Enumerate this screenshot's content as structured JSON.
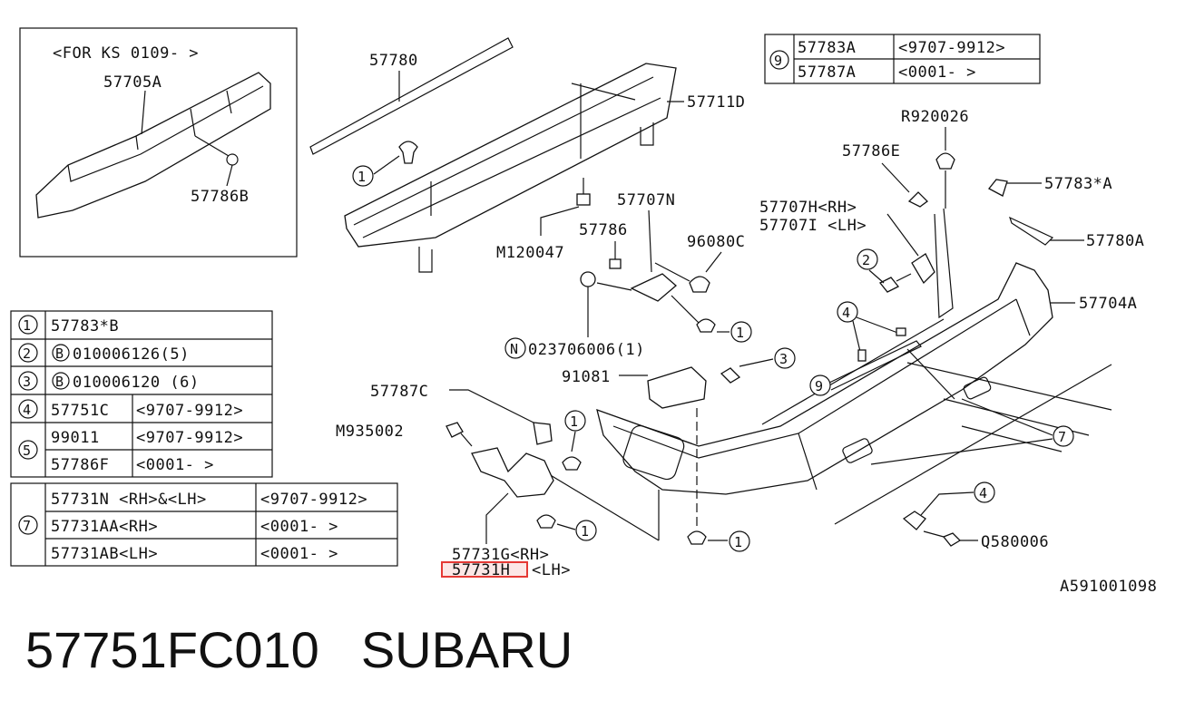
{
  "inset": {
    "note": "<FOR KS 0109-     >",
    "parts": {
      "absorber": "57705A",
      "bolt": "57786B"
    }
  },
  "table_9": {
    "ref": "9",
    "rows": [
      {
        "part": "57783A",
        "range": "<9707-9912>"
      },
      {
        "part": "57787A",
        "range": "<0001-     >"
      }
    ]
  },
  "legend_1_6": {
    "rows": [
      {
        "ref": "1",
        "part": "57783*B",
        "range": ""
      },
      {
        "ref": "2",
        "bmark": "B",
        "part": "010006126(5)",
        "range": ""
      },
      {
        "ref": "3",
        "bmark": "B",
        "part": "010006120 (6)",
        "range": ""
      },
      {
        "ref": "4",
        "part": "57751C",
        "range": "<9707-9912>"
      },
      {
        "ref": "5",
        "part": "99011",
        "range": "<9707-9912>"
      },
      {
        "ref": "",
        "part": "57786F",
        "range": "<0001-     >"
      }
    ]
  },
  "legend_7": {
    "ref": "7",
    "rows": [
      {
        "part": "57731N  <RH>&<LH>",
        "range": "<9707-9912>"
      },
      {
        "part": "57731AA<RH>",
        "range": "<0001-     >"
      },
      {
        "part": "57731AB<LH>",
        "range": "<0001-     >"
      }
    ]
  },
  "labels": {
    "p57780": "57780",
    "p57711D": "57711D",
    "p57707N": "57707N",
    "p57786": "57786",
    "p96080C": "96080C",
    "pM120047": "M120047",
    "pR920026": "R920026",
    "p57786E": "57786E",
    "p57783A": "57783*A",
    "p57707H": "57707H<RH>",
    "p57707I": "57707I <LH>",
    "p57780A": "57780A",
    "p57704A": "57704A",
    "n023706006": "023706006(1)",
    "nmark": "N",
    "p91081": "91081",
    "p57787C": "57787C",
    "pM935002": "M935002",
    "p57731G": "57731G<RH>",
    "p57731H": "57731H",
    "p57731H_side": "<LH>",
    "pQ580006": "Q580006",
    "drawing_no": "A591001098"
  },
  "callouts": [
    "1",
    "2",
    "3",
    "4",
    "5",
    "7",
    "9"
  ],
  "footer": {
    "part_number": "57751FC010",
    "brand": "SUBARU"
  },
  "colors": {
    "highlight": "#e53935",
    "ink": "#111111"
  }
}
